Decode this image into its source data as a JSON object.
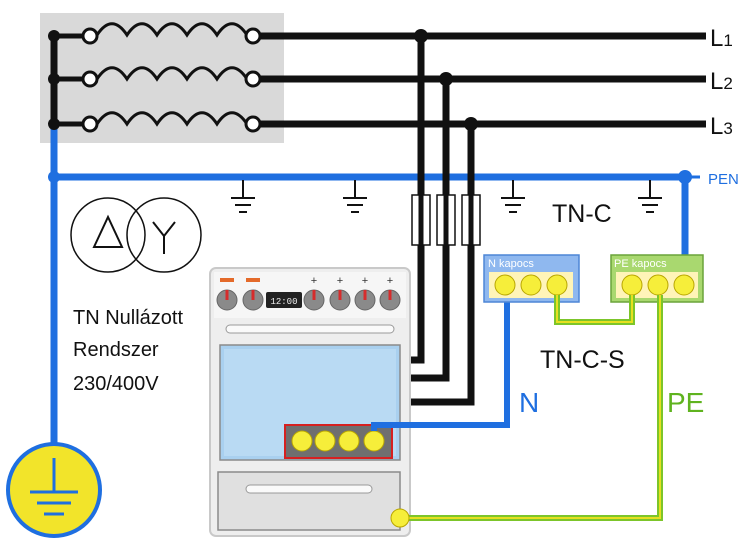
{
  "lines": {
    "l1": {
      "letter": "L",
      "sub": "1"
    },
    "l2": {
      "letter": "L",
      "sub": "2"
    },
    "l3": {
      "letter": "L",
      "sub": "3"
    },
    "pen": "PEN"
  },
  "labels": {
    "tn_c": "TN-C",
    "tn_c_s": "TN-C-S",
    "n": "N",
    "pe": "PE",
    "n_terminal": "N kapocs",
    "pe_terminal": "PE kapocs",
    "system_line1": "TN Nullázott",
    "system_line2": "Rendszer",
    "voltage": "230/400V",
    "clock": "12:00"
  },
  "colors": {
    "phase": "#111111",
    "pen": "#1f6fe0",
    "pe": "#7cc52a",
    "pe_stripe": "#e6e020",
    "terminal": "#f6ee3a",
    "earth": "#f2e42a"
  }
}
